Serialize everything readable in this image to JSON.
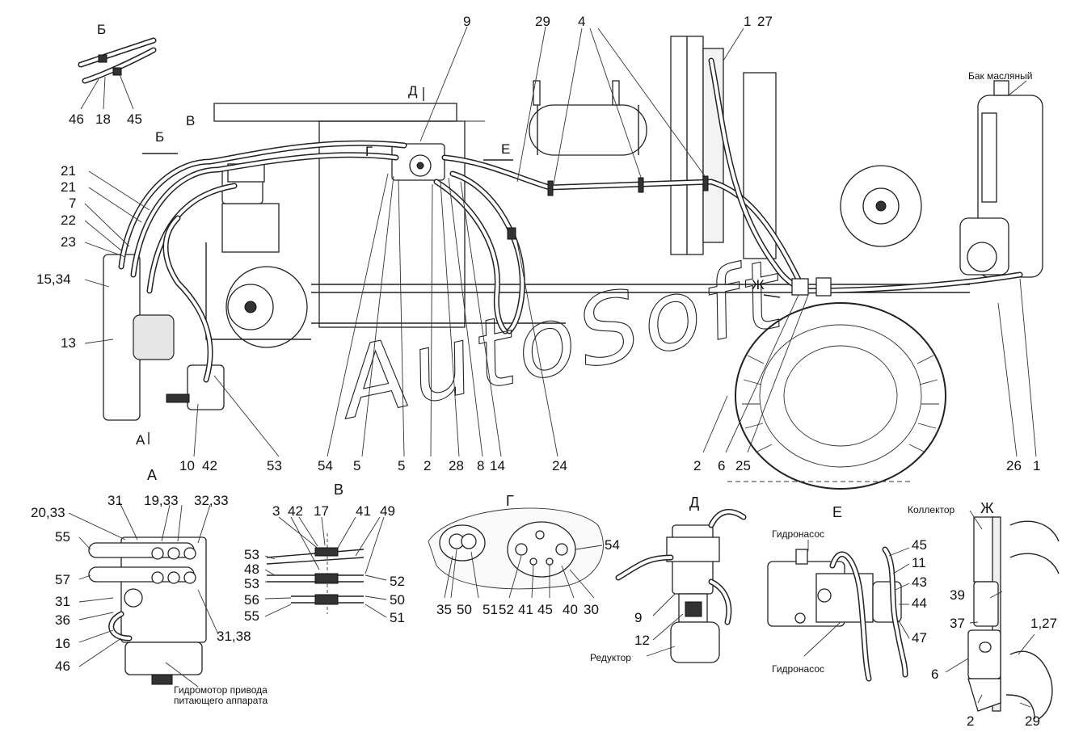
{
  "watermark": "AutoSoft",
  "top_labels": [
    "9",
    "29",
    "4",
    "1",
    "27"
  ],
  "upper_left_labels": [
    "Б",
    "46",
    "18",
    "45",
    "В",
    "Д",
    "Г",
    "Е",
    "Б"
  ],
  "left_labels": [
    "21",
    "21",
    "7",
    "22",
    "23",
    "15,34",
    "13"
  ],
  "bottom_labels": [
    "10",
    "42",
    "53",
    "54",
    "5",
    "5",
    "2",
    "28",
    "8",
    "14",
    "24",
    "2",
    "6",
    "25",
    "26",
    "1"
  ],
  "marks": [
    "А",
    "Ж"
  ],
  "oil_tank": "Бак масляный",
  "view_a": {
    "title": "А",
    "labels": [
      "20,33",
      "31",
      "19,33",
      "32,33",
      "55",
      "57",
      "31",
      "36",
      "16",
      "46",
      "31,38"
    ],
    "caption_line1": "Гидромотор привода",
    "caption_line2": "питающего аппарата"
  },
  "view_b": {
    "title": "В",
    "labels": [
      "3",
      "42",
      "17",
      "41",
      "49",
      "53",
      "48",
      "53",
      "56",
      "55",
      "52",
      "50",
      "51"
    ]
  },
  "view_g": {
    "title": "Г",
    "labels": [
      "35",
      "50",
      "51",
      "52",
      "41",
      "45",
      "40",
      "30",
      "54"
    ]
  },
  "view_d": {
    "title": "Д",
    "labels": [
      "9",
      "12"
    ],
    "caption": "Редуктор"
  },
  "view_e": {
    "title": "Е",
    "pump_top": "Гидронасос",
    "pump_bottom": "Гидронасос",
    "labels": [
      "45",
      "11",
      "43",
      "44",
      "47"
    ]
  },
  "view_zh": {
    "title": "Ж",
    "collector": "Коллектор",
    "labels": [
      "39",
      "37",
      "1,27",
      "6",
      "2",
      "29"
    ]
  }
}
